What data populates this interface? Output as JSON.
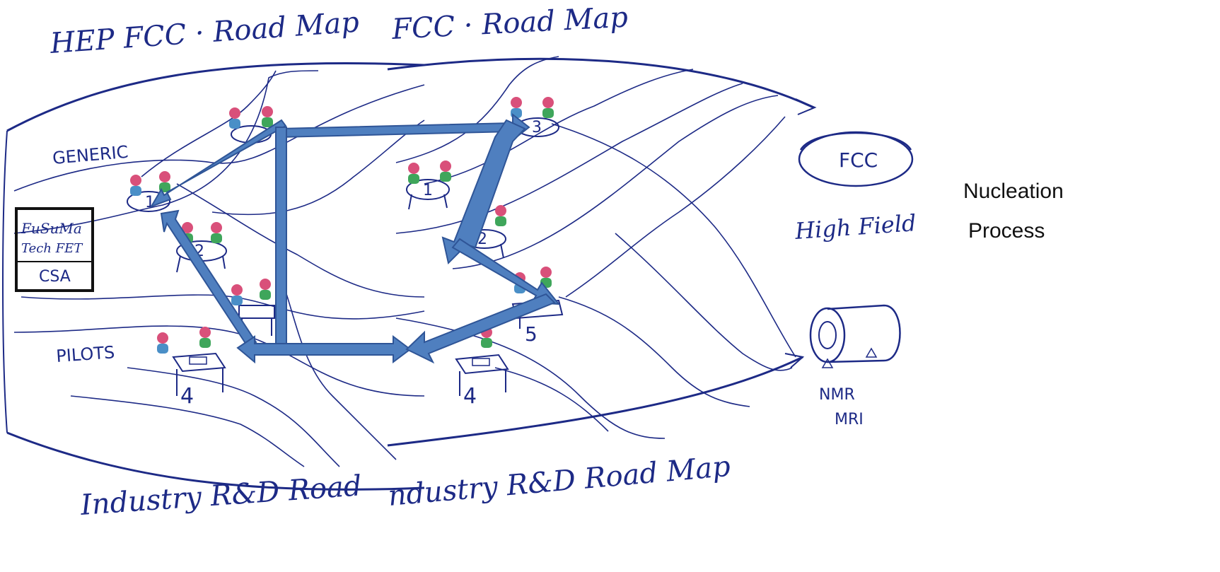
{
  "sketch_left": {
    "title": "HEP FCC · Road Map",
    "label_generic": "GENERIC",
    "label_pilots": "PILOTS",
    "box_line1": "FuSuMa",
    "box_line2": "Tech FET",
    "box_line3": "CSA",
    "bottom_title": "Industry R&D Road",
    "stations": [
      "1",
      "2",
      "4"
    ]
  },
  "sketch_right": {
    "title": "FCC · Road Map",
    "bottom_title": "ndustry R&D Road Map",
    "stations": [
      "1",
      "2",
      "3",
      "4",
      "5"
    ]
  },
  "targets": {
    "ring_label": "FCC",
    "ring_caption": "High Field",
    "magnet_caption_1": "NMR",
    "magnet_caption_2": "MRI"
  },
  "caption": {
    "line1": "Nucleation",
    "line2": "Process"
  },
  "colors": {
    "ink": "#1d2a86",
    "arrow_fill": "#4f7fbf",
    "arrow_stroke": "#2f5597",
    "person_head": "#d9507a",
    "person_body_green": "#3fa65b",
    "person_body_blue": "#4a8fc7"
  }
}
